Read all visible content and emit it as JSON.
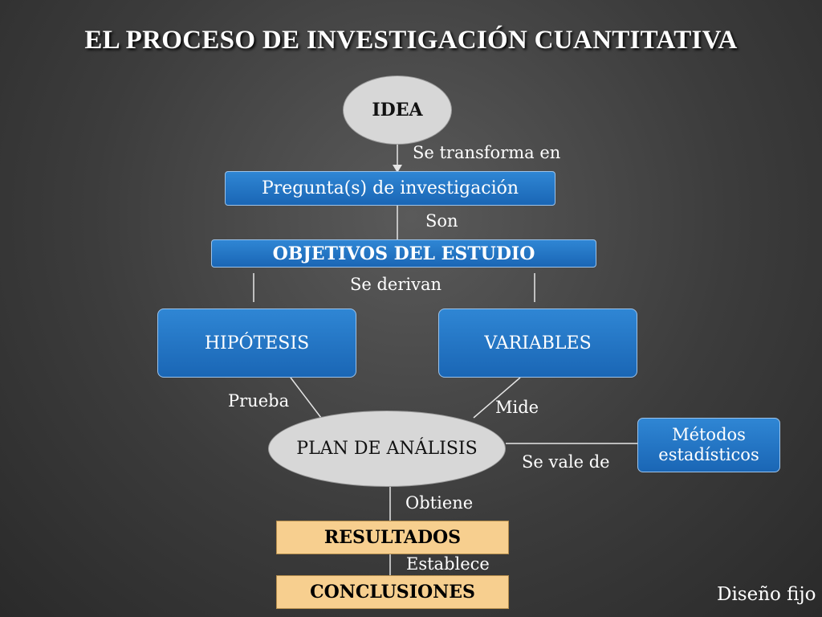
{
  "title": "EL PROCESO DE INVESTIGACIÓN CUANTITATIVA",
  "nodes": {
    "idea": "IDEA",
    "pregunta": "Pregunta(s) de investigación",
    "objetivos": "OBJETIVOS DEL ESTUDIO",
    "hipotesis": "HIPÓTESIS",
    "variables": "VARIABLES",
    "plan": "PLAN DE ANÁLISIS",
    "metodos": "Métodos estadísticos",
    "resultados": "RESULTADOS",
    "conclusiones": "CONCLUSIONES"
  },
  "edges": {
    "transforma": "Se transforma en",
    "son": "Son",
    "derivan": "Se derivan",
    "prueba": "Prueba",
    "mide": "Mide",
    "vale": "Se vale de",
    "obtiene": "Obtiene",
    "establece": "Establece"
  },
  "footer": "Diseño fijo",
  "colors": {
    "node_blue": "#2274c6",
    "node_tan": "#f7cf8f",
    "node_grey": "#d7d7d7"
  }
}
